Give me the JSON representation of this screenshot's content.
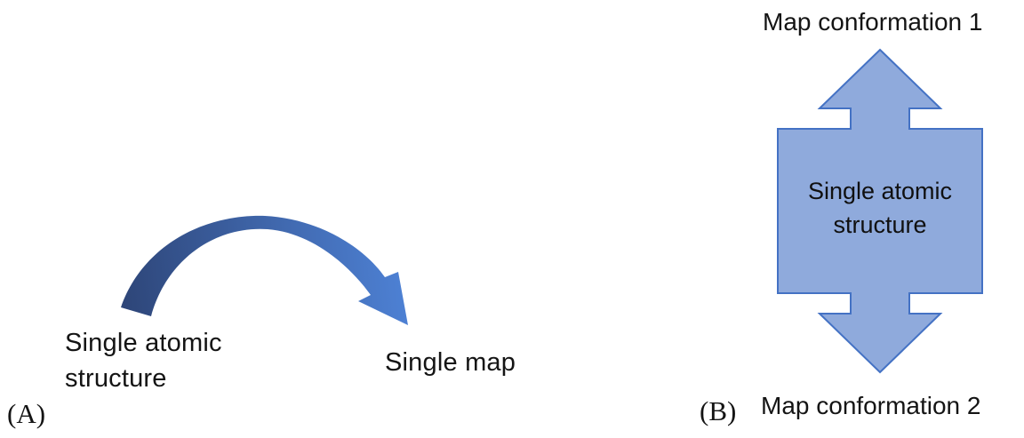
{
  "figure": {
    "panel_a": {
      "label": "(A)",
      "source_label_line1": "Single atomic",
      "source_label_line2": "structure",
      "target_label": "Single map"
    },
    "panel_b": {
      "label": "(B)",
      "top_label": "Map conformation 1",
      "bottom_label": "Map conformation 2",
      "center_label_line1": "Single atomic",
      "center_label_line2": "structure"
    },
    "icons": {
      "curved_arrow": "curved-arrow-icon",
      "double_arrow": "double-headed-arrow-shape"
    }
  },
  "colors": {
    "shape_fill": "#8faadc",
    "shape_stroke": "#4472c4",
    "curved_arrow_dark": "#2e4679",
    "curved_arrow_light": "#4e82d6",
    "text": "#141414",
    "background": "#ffffff"
  }
}
